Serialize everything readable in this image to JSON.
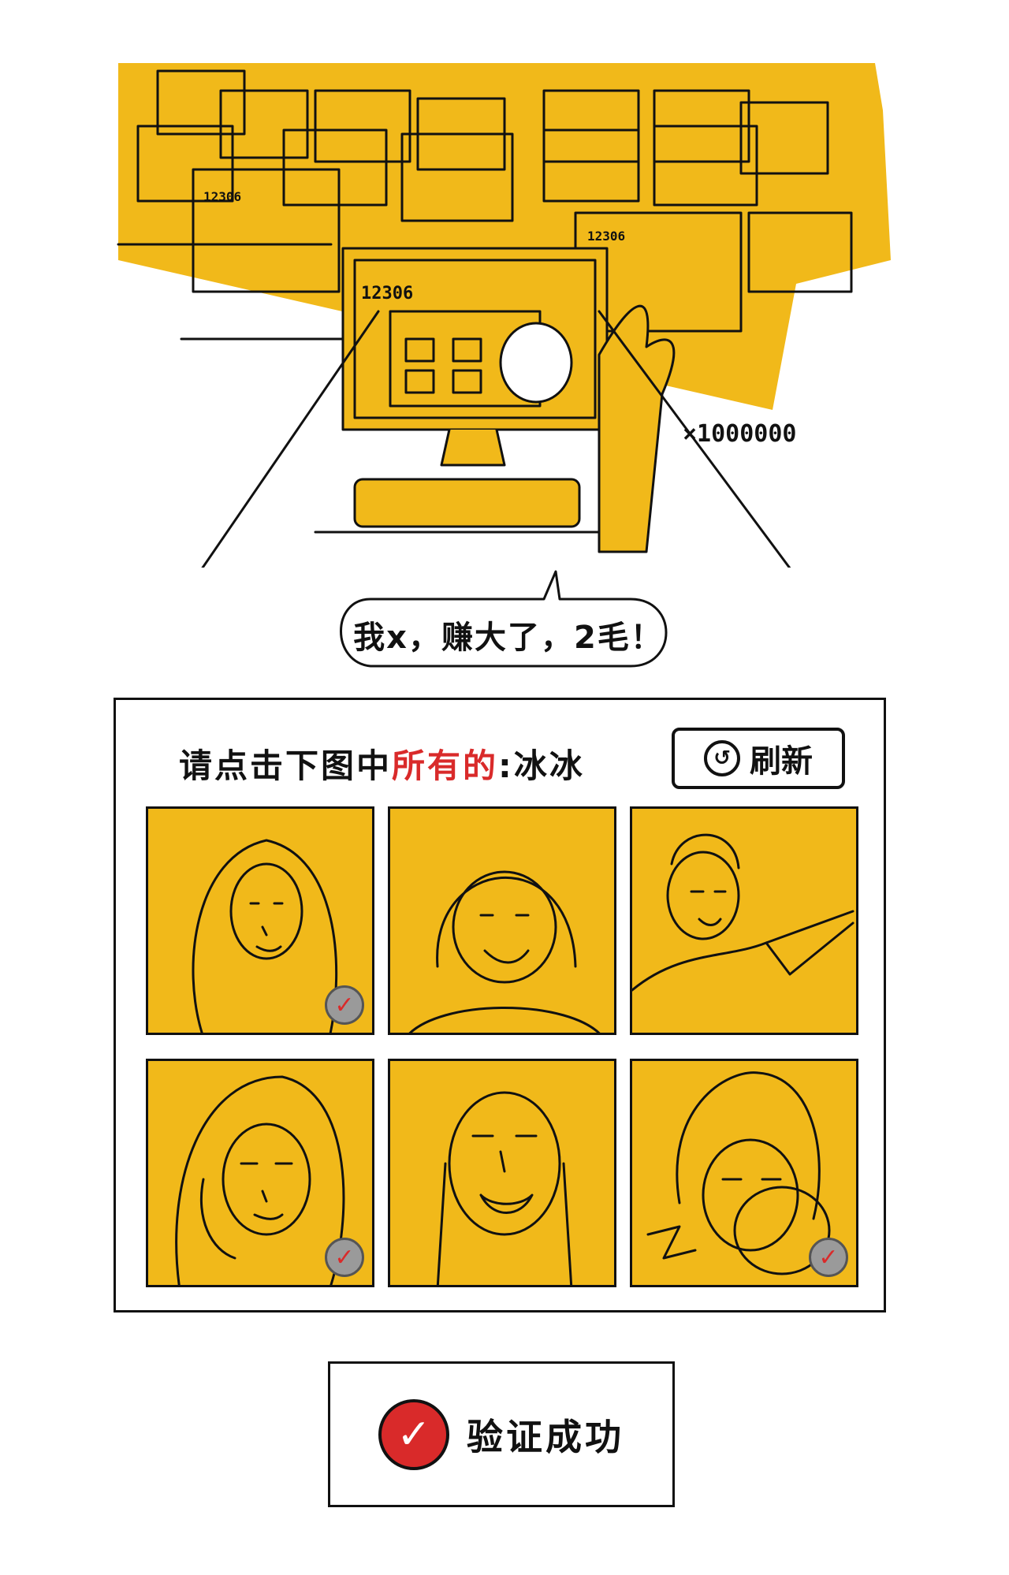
{
  "scene": {
    "monitor_label": "12306",
    "multiplier": "×1000000",
    "speech_bubble": "我x，赚大了，2毛！"
  },
  "captcha": {
    "prompt_prefix": "请点击下图中",
    "prompt_highlight": "所有的",
    "prompt_suffix": ":冰冰",
    "refresh_label": "刷新",
    "tiles": [
      {
        "checked": true
      },
      {
        "checked": false
      },
      {
        "checked": false
      },
      {
        "checked": false
      },
      {
        "checked": true
      },
      {
        "checked": false
      },
      {
        "checked": true
      }
    ]
  },
  "result": {
    "status_text": "验证成功"
  },
  "colors": {
    "yellow": "#f1b91a",
    "accent_red": "#d92a2a",
    "ink": "#111111"
  }
}
